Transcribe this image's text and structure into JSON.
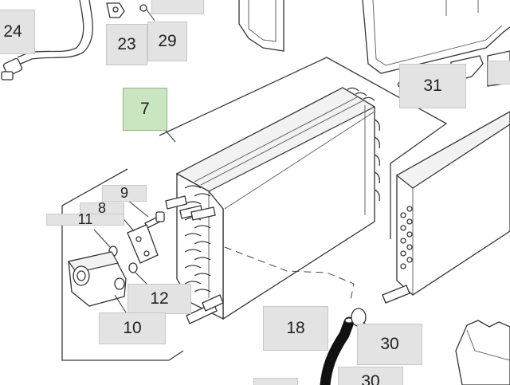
{
  "callouts": {
    "c24": "24",
    "c23": "23",
    "c29": "29",
    "c7": "7",
    "c31": "31",
    "c9": "9",
    "c8": "8",
    "c11": "11",
    "c12": "12",
    "c10": "10",
    "c18": "18",
    "c30a": "30",
    "c30b": "30"
  },
  "colors": {
    "callout_fill": "#e3e3e3",
    "selected_callout_fill": "#c9e6c1",
    "line": "#333333"
  },
  "selected_part": "7"
}
